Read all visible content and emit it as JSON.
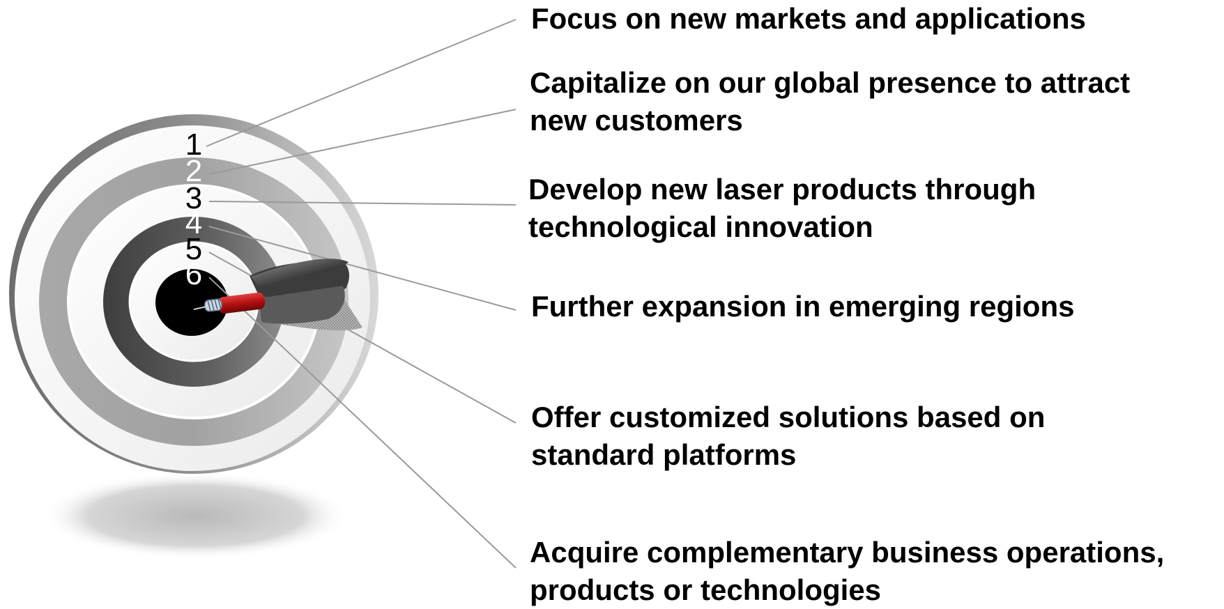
{
  "target": {
    "ring_numbers": [
      "1",
      "2",
      "3",
      "4",
      "5",
      "6"
    ],
    "ring_number_colors": [
      "#000000",
      "#ffffff",
      "#000000",
      "#ffffff",
      "#000000",
      "#ffffff"
    ]
  },
  "statements": [
    {
      "lines": [
        "Focus on new markets and applications"
      ]
    },
    {
      "lines": [
        "Capitalize on our global presence to attract",
        "new customers"
      ]
    },
    {
      "lines": [
        "Develop new laser products through",
        "technological innovation"
      ]
    },
    {
      "lines": [
        "Further expansion in emerging regions"
      ]
    },
    {
      "lines": [
        "Offer customized solutions based on",
        "standard platforms"
      ]
    },
    {
      "lines": [
        "Acquire complementary business operations,",
        "products or technologies"
      ]
    }
  ],
  "colors": {
    "leader_line": "#9a9a9a",
    "dart_tip": "#b41010",
    "text": "#000000"
  }
}
